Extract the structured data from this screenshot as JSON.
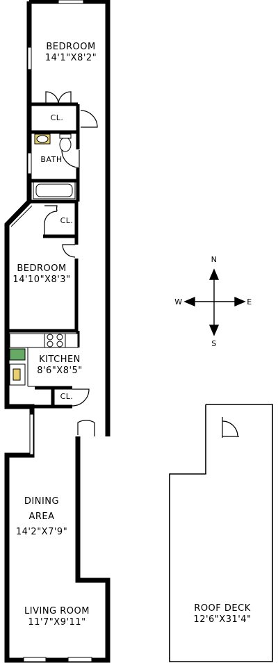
{
  "rooms": [
    {
      "id": "bedroom1",
      "name": "BEDROOM",
      "size": "14'1\"X8'2\""
    },
    {
      "id": "bath",
      "name": "BATH",
      "size": ""
    },
    {
      "id": "bedroom2",
      "name": "BEDROOM",
      "size": "14'10\"X8'3\""
    },
    {
      "id": "kitchen",
      "name": "KITCHEN",
      "size": "8'6\"X8'5\""
    },
    {
      "id": "dining",
      "name": "DINING",
      "name2": "AREA",
      "size": "14'2\"X7'9\""
    },
    {
      "id": "living",
      "name": "LIVING ROOM",
      "size": "11'7\"X9'11\""
    },
    {
      "id": "roofdeck",
      "name": "ROOF DECK",
      "size": "12'6\"X31'4\""
    }
  ],
  "closets": [
    "CL.",
    "CL.",
    "CL."
  ],
  "compass": {
    "n": "N",
    "s": "S",
    "e": "E",
    "w": "W"
  },
  "colors": {
    "wall": "#000000",
    "floor": "#ffffff",
    "greenery": "#66aa66"
  }
}
